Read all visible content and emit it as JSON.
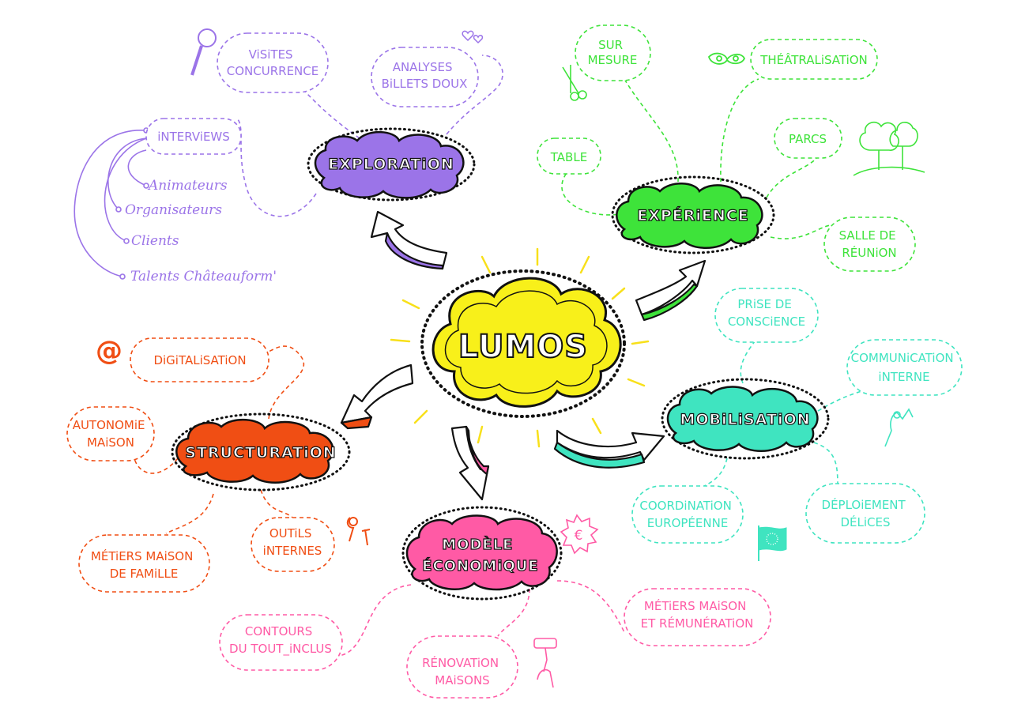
{
  "colors": {
    "center": "#f8f01a",
    "purple": "#9b74e8",
    "green": "#3ee33a",
    "teal": "#3fe4c0",
    "orange": "#f04e14",
    "pink": "#ff5aa5",
    "ink": "#111111"
  },
  "center": {
    "label": "LUMOS"
  },
  "branches": {
    "exploration": {
      "label": "EXPLORATiON",
      "leaves": {
        "visites": [
          "ViSiTES",
          "CONCURRENCE"
        ],
        "analyses": [
          "ANALYSES",
          "BiLLETS DOUX"
        ],
        "interviews": "iNTERViEWS"
      },
      "interviewees": [
        "Animateurs",
        "Organisateurs",
        "Clients",
        "Talents Châteauform'"
      ]
    },
    "experience": {
      "label": "EXPÉRiENCE",
      "leaves": {
        "sur_mesure": [
          "SUR",
          "MESURE"
        ],
        "theatre": "THÉÂTRALiSATiON",
        "table": "TABLE",
        "parcs": "PARCS",
        "salle": [
          "SALLE DE",
          "RÉUNiON"
        ]
      }
    },
    "mobilisation": {
      "label": "MOBiLiSATiON",
      "leaves": {
        "prise": [
          "PRiSE DE",
          "CONSCiENCE"
        ],
        "communication": [
          "COMMUNiCATiON",
          "iNTERNE"
        ],
        "coordination": [
          "COORDiNATiON",
          "EUROPÉENNE"
        ],
        "deploiement": [
          "DÉPLOiEMENT",
          "DÉLiCES"
        ]
      }
    },
    "structuration": {
      "label": "STRUCTURATiON",
      "leaves": {
        "digitalisation": "DiGiTALiSATiON",
        "autonomie": [
          "AUTONOMiE",
          "MAiSON"
        ],
        "outils": [
          "OUTiLS",
          "iNTERNES"
        ],
        "metiers": [
          "MÉTiERS MAiSON",
          "DE FAMiLLE"
        ]
      }
    },
    "modele": {
      "label": [
        "MODÈLE",
        "ÉCONOMiQUE"
      ],
      "leaves": {
        "contours": [
          "CONTOURS",
          "DU TOUT_iNCLUS"
        ],
        "renovation": [
          "RÉNOVATiON",
          "MAiSONS"
        ],
        "metiers_rem": [
          "MÉTiERS MAiSON",
          "ET RÉMUNÉRATiON"
        ]
      }
    }
  },
  "icons": {
    "at_symbol": "@",
    "euro_symbol": "€"
  }
}
